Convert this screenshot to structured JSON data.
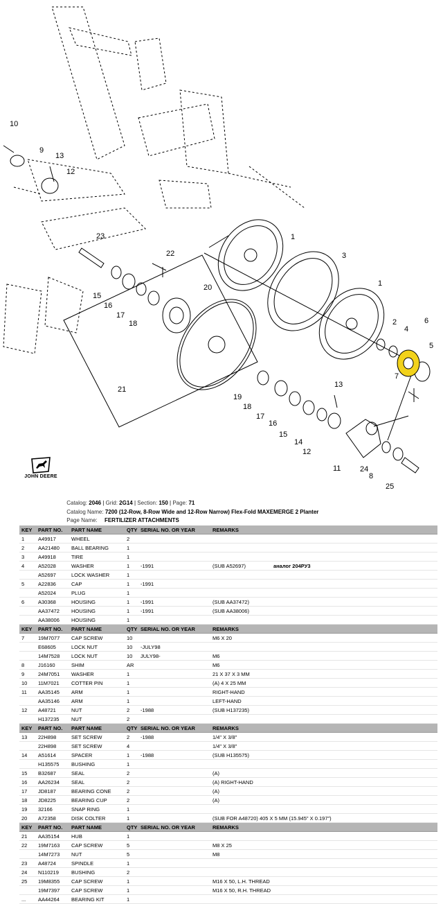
{
  "diagram": {
    "callouts": [
      "1",
      "1",
      "2",
      "3",
      "4",
      "5",
      "6",
      "7",
      "8",
      "9",
      "10",
      "11",
      "12",
      "12",
      "13",
      "13",
      "14",
      "15",
      "15",
      "16",
      "16",
      "17",
      "17",
      "18",
      "18",
      "19",
      "20",
      "21",
      "22",
      "23",
      "24",
      "25"
    ]
  },
  "logo": {
    "text": "JOHN DEERE"
  },
  "catalog": {
    "catalog_label": "Catalog:",
    "catalog_value": "2046",
    "grid_label": "Grid:",
    "grid_value": "2G14",
    "section_label": "Section:",
    "section_value": "150",
    "page_label": "Page:",
    "page_value": "71",
    "name_label": "Catalog Name:",
    "name_value": "7200 (12-Row, 8-Row Wide and 12-Row Narrow) Flex-Fold MAXEMERGE 2 Planter",
    "page_name_label": "Page Name:",
    "page_name_value": "FERTILIZER ATTACHMENTS"
  },
  "table": {
    "headers": [
      "KEY",
      "PART NO.",
      "PART NAME",
      "QTY",
      "SERIAL NO. OR YEAR",
      "REMARKS"
    ],
    "rows": [
      {
        "h": true
      },
      {
        "key": "1",
        "part": "A49917",
        "name": "WHEEL",
        "qty": "2",
        "serial": "",
        "remarks": ""
      },
      {
        "key": "2",
        "part": "AA21480",
        "name": "BALL BEARING",
        "qty": "1",
        "serial": "",
        "remarks": ""
      },
      {
        "key": "3",
        "part": "A49918",
        "name": "TIRE",
        "qty": "1",
        "serial": "",
        "remarks": ""
      },
      {
        "key": "4",
        "part": "A52028",
        "name": "WASHER",
        "qty": "1",
        "serial": "-1991",
        "remarks": "(SUB A52697)",
        "note": "аналог 204РУ3"
      },
      {
        "key": "",
        "part": "A52697",
        "name": "LOCK WASHER",
        "qty": "1",
        "serial": "",
        "remarks": ""
      },
      {
        "key": "5",
        "part": "A22836",
        "name": "CAP",
        "qty": "1",
        "serial": "-1991",
        "remarks": ""
      },
      {
        "key": "",
        "part": "A52024",
        "name": "PLUG",
        "qty": "1",
        "serial": "",
        "remarks": ""
      },
      {
        "key": "6",
        "part": "A30368",
        "name": "HOUSING",
        "qty": "1",
        "serial": "-1991",
        "remarks": "(SUB AA37472)"
      },
      {
        "key": "",
        "part": "AA37472",
        "name": "HOUSING",
        "qty": "1",
        "serial": "-1991",
        "remarks": "(SUB AA38006)"
      },
      {
        "key": "",
        "part": "AA38006",
        "name": "HOUSING",
        "qty": "1",
        "serial": "",
        "remarks": ""
      },
      {
        "h": true
      },
      {
        "key": "7",
        "part": "19M7077",
        "name": "CAP SCREW",
        "qty": "10",
        "serial": "",
        "remarks": "M6 X 20"
      },
      {
        "key": "",
        "part": "E68605",
        "name": "LOCK NUT",
        "qty": "10",
        "serial": "-JULY98",
        "remarks": ""
      },
      {
        "key": "",
        "part": "14M7528",
        "name": "LOCK NUT",
        "qty": "10",
        "serial": "JULY98-",
        "remarks": "M6"
      },
      {
        "key": "8",
        "part": "J16160",
        "name": "SHIM",
        "qty": "AR",
        "serial": "",
        "remarks": "M6"
      },
      {
        "key": "9",
        "part": "24M7051",
        "name": "WASHER",
        "qty": "1",
        "serial": "",
        "remarks": "21 X 37 X 3 MM"
      },
      {
        "key": "10",
        "part": "11M7021",
        "name": "COTTER PIN",
        "qty": "1",
        "serial": "",
        "remarks": "(A) 4 X 25 MM"
      },
      {
        "key": "11",
        "part": "AA35145",
        "name": "ARM",
        "qty": "1",
        "serial": "",
        "remarks": "RIGHT-HAND"
      },
      {
        "key": "",
        "part": "AA35146",
        "name": "ARM",
        "qty": "1",
        "serial": "",
        "remarks": "LEFT-HAND"
      },
      {
        "key": "12",
        "part": "A48721",
        "name": "NUT",
        "qty": "2",
        "serial": "-1988",
        "remarks": "(SUB H137235)"
      },
      {
        "key": "",
        "part": "H137235",
        "name": "NUT",
        "qty": "2",
        "serial": "",
        "remarks": ""
      },
      {
        "h": true
      },
      {
        "key": "13",
        "part": "22H898",
        "name": "SET SCREW",
        "qty": "2",
        "serial": "-1988",
        "remarks": "1/4\" X 3/8\""
      },
      {
        "key": "",
        "part": "22H898",
        "name": "SET SCREW",
        "qty": "4",
        "serial": "",
        "remarks": "1/4\" X 3/8\""
      },
      {
        "key": "14",
        "part": "A51614",
        "name": "SPACER",
        "qty": "1",
        "serial": "-1988",
        "remarks": "(SUB H135575)"
      },
      {
        "key": "",
        "part": "H135575",
        "name": "BUSHING",
        "qty": "1",
        "serial": "",
        "remarks": ""
      },
      {
        "key": "15",
        "part": "B32687",
        "name": "SEAL",
        "qty": "2",
        "serial": "",
        "remarks": "(A)"
      },
      {
        "key": "16",
        "part": "AA26234",
        "name": "SEAL",
        "qty": "2",
        "serial": "",
        "remarks": "(A) RIGHT-HAND"
      },
      {
        "key": "17",
        "part": "JD8187",
        "name": "BEARING CONE",
        "qty": "2",
        "serial": "",
        "remarks": "(A)"
      },
      {
        "key": "18",
        "part": "JD8225",
        "name": "BEARING CUP",
        "qty": "2",
        "serial": "",
        "remarks": "(A)"
      },
      {
        "key": "19",
        "part": "32166",
        "name": "SNAP RING",
        "qty": "1",
        "serial": "",
        "remarks": ""
      },
      {
        "key": "20",
        "part": "A72358",
        "name": "DISK COLTER",
        "qty": "1",
        "serial": "",
        "remarks": "(SUB FOR A48720) 405 X 5 MM (15.945\" X 0.197\")"
      },
      {
        "h": true
      },
      {
        "key": "21",
        "part": "AA35154",
        "name": "HUB",
        "qty": "1",
        "serial": "",
        "remarks": ""
      },
      {
        "key": "22",
        "part": "19M7163",
        "name": "CAP SCREW",
        "qty": "5",
        "serial": "",
        "remarks": "M8 X 25"
      },
      {
        "key": "",
        "part": "14M7273",
        "name": "NUT",
        "qty": "5",
        "serial": "",
        "remarks": "M8"
      },
      {
        "key": "23",
        "part": "A48724",
        "name": "SPINDLE",
        "qty": "1",
        "serial": "",
        "remarks": ""
      },
      {
        "key": "24",
        "part": "N110219",
        "name": "BUSHING",
        "qty": "2",
        "serial": "",
        "remarks": ""
      },
      {
        "key": "25",
        "part": "19M8355",
        "name": "CAP SCREW",
        "qty": "1",
        "serial": "",
        "remarks": "M16 X 50, L.H. THREAD"
      },
      {
        "key": "",
        "part": "19M7397",
        "name": "CAP SCREW",
        "qty": "1",
        "serial": "",
        "remarks": "M16 X 50, R.H. THREAD"
      },
      {
        "key": "...",
        "part": "AA44264",
        "name": "BEARING KIT",
        "qty": "1",
        "serial": "",
        "remarks": ""
      }
    ]
  },
  "colors": {
    "header_bg": "#b5b5b5",
    "highlight": "#f2d21b",
    "line": "#000000"
  }
}
